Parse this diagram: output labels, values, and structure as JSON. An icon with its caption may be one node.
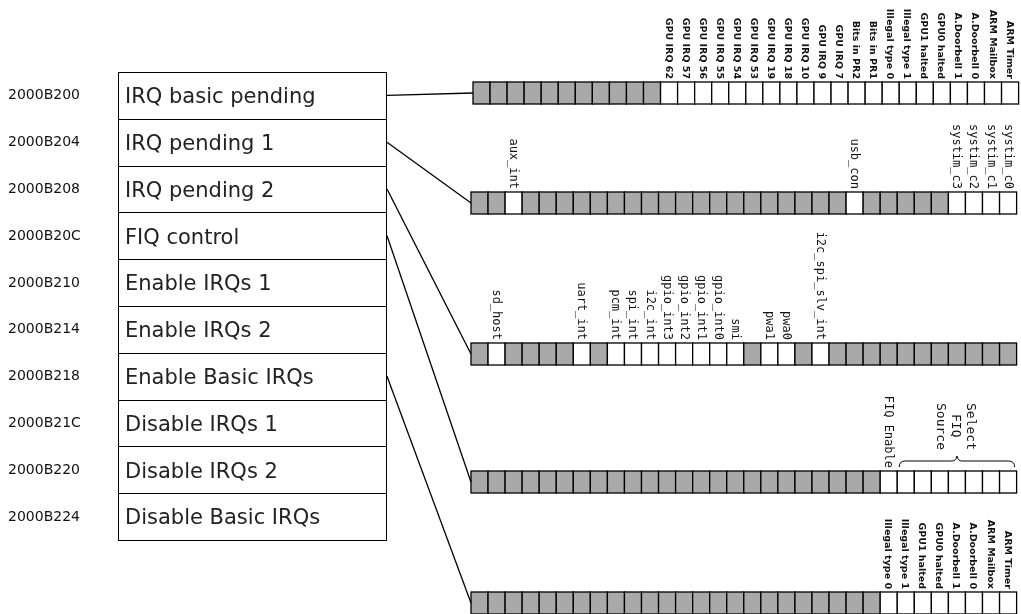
{
  "diagram": {
    "nodes": [
      {
        "text": [
          "IRQ basic pending"
        ],
        "beside": [
          "2000B200"
        ]
      },
      {
        "text": [
          "IRQ pending 1"
        ],
        "beside": [
          "2000B204"
        ]
      },
      {
        "text": [
          "IRQ pending 2"
        ],
        "beside": [
          "2000B208"
        ]
      },
      {
        "text": [
          "FIQ control"
        ],
        "beside": [
          "2000B20C"
        ]
      },
      {
        "text": [
          "Enable IRQs 1"
        ],
        "beside": [
          "2000B210"
        ]
      },
      {
        "text": [
          "Enable IRQs 2"
        ],
        "beside": [
          "2000B214"
        ]
      },
      {
        "text": [
          "Enable Basic IRQs"
        ],
        "beside": [
          "2000B218"
        ]
      },
      {
        "text": [
          "Disable IRQs 1"
        ],
        "beside": [
          "2000B21C"
        ]
      },
      {
        "text": [
          "Disable IRQs 2"
        ],
        "beside": [
          "2000B220"
        ]
      },
      {
        "text": [
          "Disable Basic IRQs"
        ],
        "beside": [
          "2000B224"
        ]
      },
      {
        "text": [],
        "shape": "bar"
      },
      {
        "text": [],
        "shape": "bar"
      },
      {
        "text": [],
        "shape": "bar"
      },
      {
        "text": [],
        "shape": "bar"
      },
      {
        "text": [],
        "shape": "bar"
      }
    ],
    "edges": [
      {
        "from": 0,
        "to": 10,
        "arrow": "none"
      },
      {
        "from": 1,
        "to": 11,
        "arrow": "none"
      },
      {
        "from": 2,
        "to": 12,
        "arrow": "none"
      },
      {
        "from": 3,
        "to": 13,
        "arrow": "none"
      },
      {
        "from": 6,
        "to": 14,
        "arrow": "none"
      }
    ],
    "labels": [
      "GPU IRQ 62",
      "GPU IRQ 57",
      "GPU IRQ 56",
      "GPU IRQ 55",
      "GPU IRQ 54",
      "GPU IRQ 53",
      "GPU IRQ 19",
      "GPU IRQ 18",
      "GPU IRQ 10",
      "GPU IRQ 9",
      "GPU IRQ 7",
      "Bits in PR2",
      "Bits in PR1",
      "Illegal type 0",
      "Illegal type 1",
      "GPU1 halted",
      "GPU0 halted",
      "A.Doorbell 1",
      "A.Doorbell 0",
      "ARM Mailbox",
      "ARM Timer",
      "aux_int",
      "usb_con",
      "systim_c3",
      "systim_c2",
      "systim_c1",
      "systim_c0",
      "sd_host",
      "uart_int",
      "pcm_int",
      "spi_int",
      "i2c_int",
      "gpio_int3",
      "gpio_int2",
      "gpio_int1",
      "gpio_int0",
      "smi",
      "pwa1",
      "pwa0",
      "i2c_spi_slv_int",
      "FIQ Enable",
      "Select FIQ Source",
      "Illegal type 0",
      "Illegal type 1",
      "GPU1 halted",
      "GPU0 halted",
      "A.Doorbell 1",
      "A.Doorbell 0",
      "ARM Mailbox",
      "ARM Timer"
    ]
  }
}
